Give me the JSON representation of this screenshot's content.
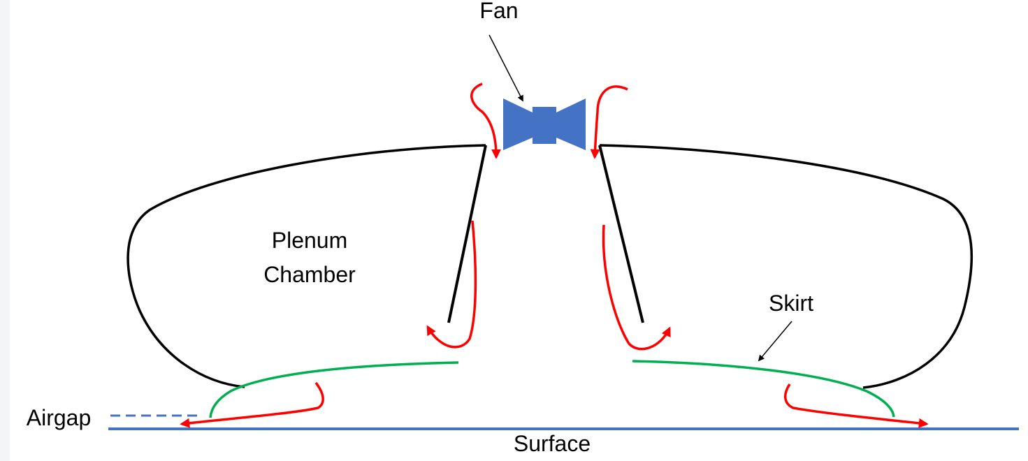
{
  "labels": {
    "fan": "Fan",
    "plenum_line1": "Plenum",
    "plenum_line2": "Chamber",
    "skirt": "Skirt",
    "airgap": "Airgap",
    "surface": "Surface"
  },
  "colors": {
    "outline": "#000000",
    "airflow": "#ff0000",
    "skirt": "#00b050",
    "fan": "#4472c4",
    "surface": "#4472c4",
    "background": "#ffffff"
  },
  "icons": {
    "fan": "fan-icon",
    "airflow": "arrow-icon",
    "pointer": "leader-arrow-icon"
  }
}
